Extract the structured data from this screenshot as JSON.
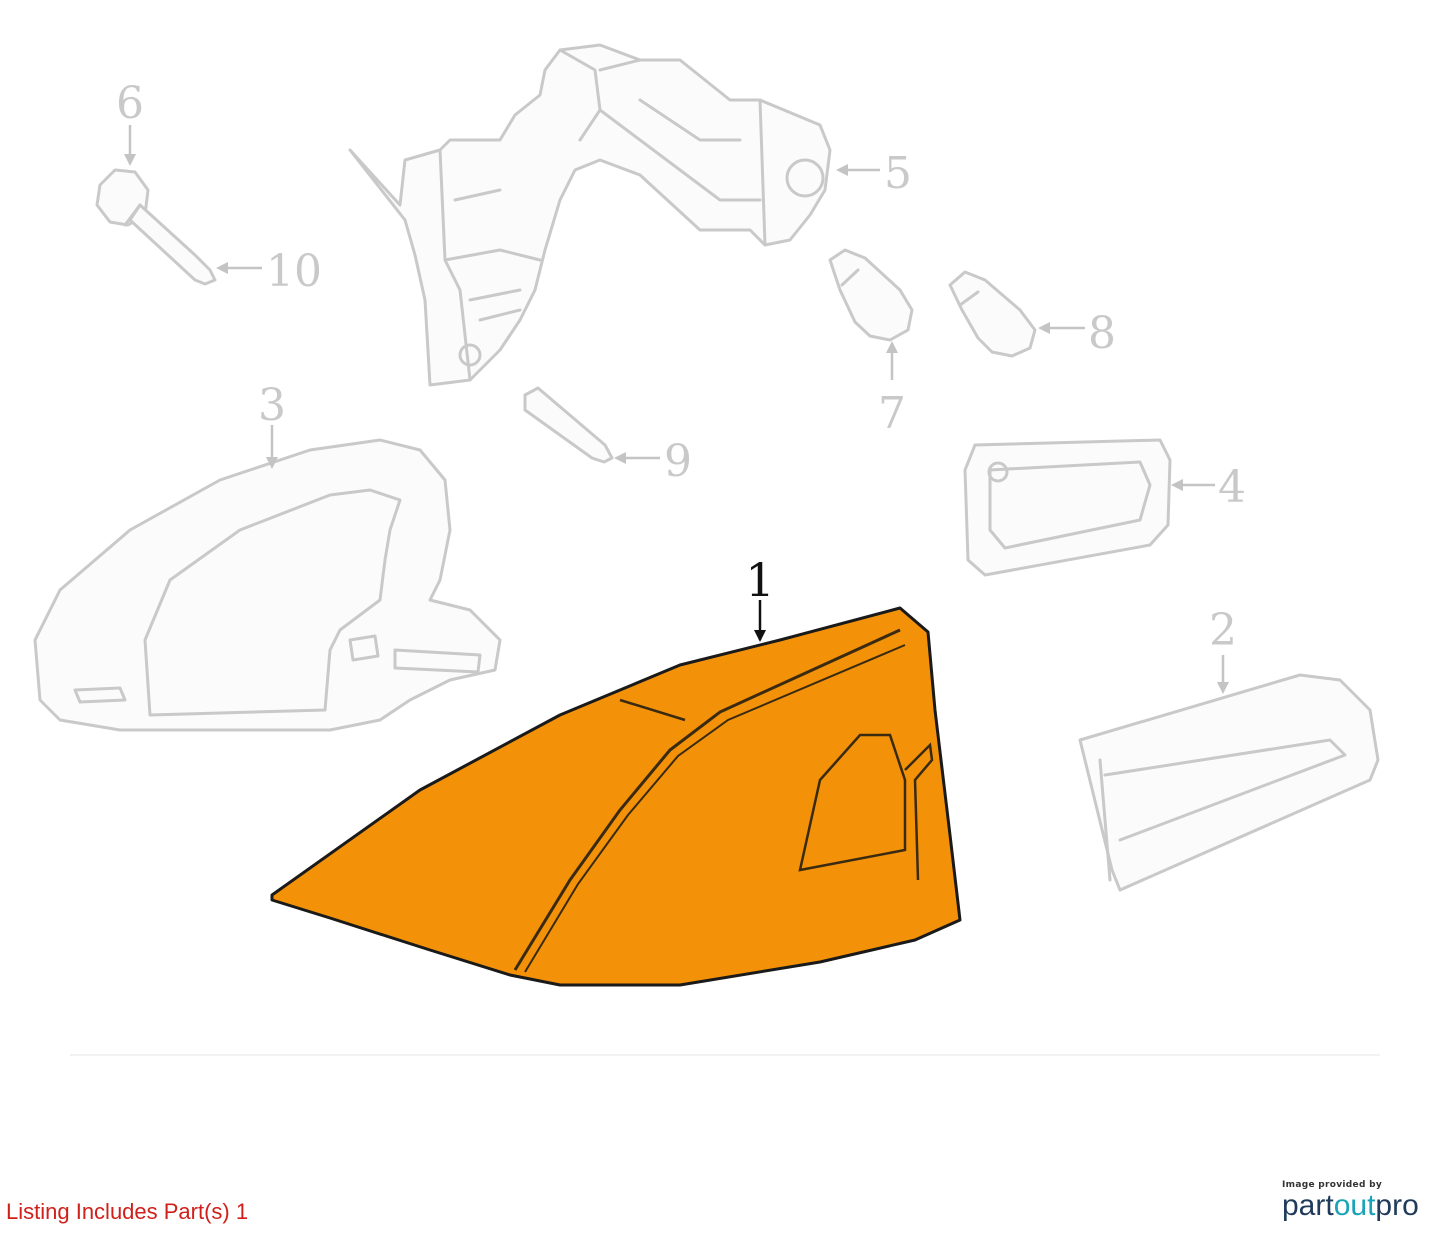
{
  "diagram": {
    "callouts": [
      {
        "number": "1",
        "highlighted": true
      },
      {
        "number": "2",
        "highlighted": false
      },
      {
        "number": "3",
        "highlighted": false
      },
      {
        "number": "4",
        "highlighted": false
      },
      {
        "number": "5",
        "highlighted": false
      },
      {
        "number": "6",
        "highlighted": false
      },
      {
        "number": "7",
        "highlighted": false
      },
      {
        "number": "8",
        "highlighted": false
      },
      {
        "number": "9",
        "highlighted": false
      },
      {
        "number": "10",
        "highlighted": false
      }
    ],
    "highlight_color": "#f39208",
    "outline_color": "#c9c9c9"
  },
  "footer": {
    "listing_note": "Listing Includes Part(s) 1",
    "listing_note_color": "#d0201a",
    "credit_caption": "Image provided by",
    "credit_logo_part1": "part",
    "credit_logo_part2": "out",
    "credit_logo_part3": "pro"
  }
}
